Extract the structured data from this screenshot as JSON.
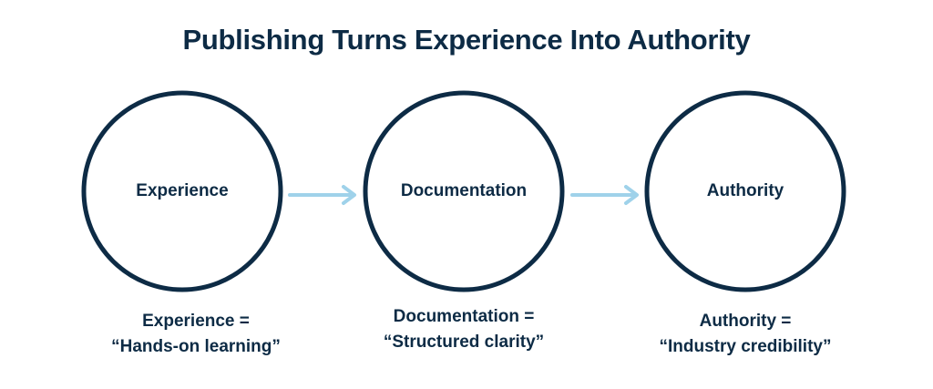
{
  "title": "Publishing Turns Experience Into Authority",
  "colors": {
    "text": "#0d2b45",
    "circle_stroke": "#0d2b45",
    "arrow": "#9fd2ea",
    "background": "#ffffff"
  },
  "nodes": [
    {
      "label": "Experience",
      "caption_line1": "Experience =",
      "caption_line2": "“Hands-on learning”"
    },
    {
      "label": "Documentation",
      "caption_line1": "Documentation =",
      "caption_line2": "“Structured clarity”"
    },
    {
      "label": "Authority",
      "caption_line1": "Authority =",
      "caption_line2": "“Industry credibility”"
    }
  ],
  "edges": [
    {
      "from": "Experience",
      "to": "Documentation",
      "icon": "arrow-right-icon"
    },
    {
      "from": "Documentation",
      "to": "Authority",
      "icon": "arrow-right-icon"
    }
  ]
}
